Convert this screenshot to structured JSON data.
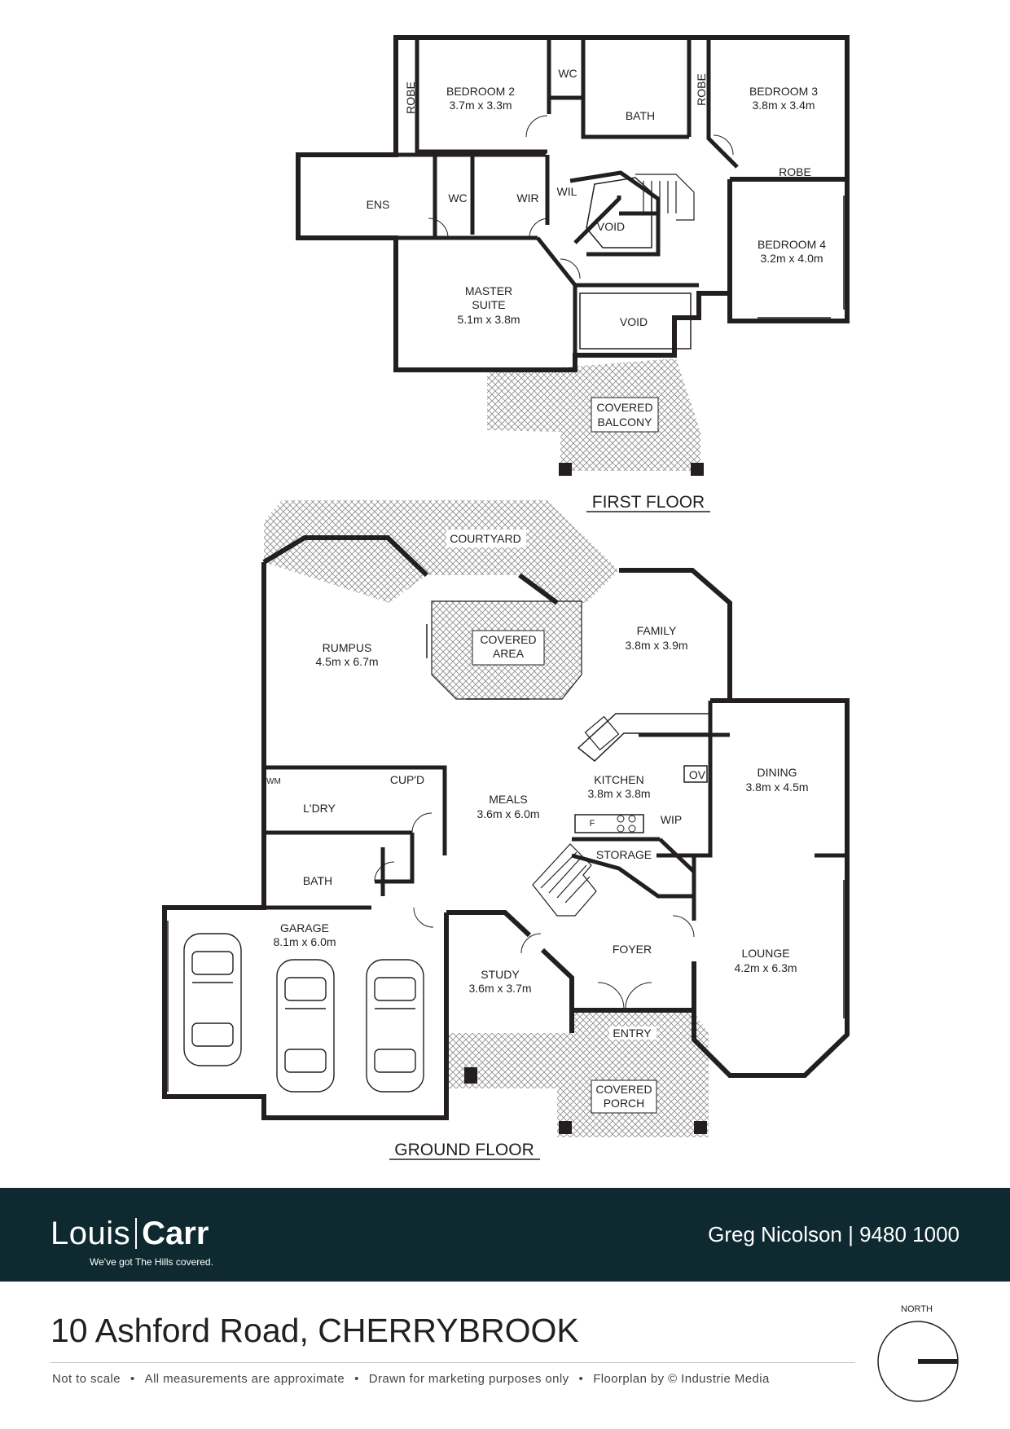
{
  "floors": {
    "first": {
      "label": "FIRST FLOOR",
      "rooms": {
        "bedroom2": {
          "name": "BEDROOM 2",
          "size": "3.7m x 3.3m"
        },
        "wc_top": {
          "name": "WC"
        },
        "bath": {
          "name": "BATH"
        },
        "bedroom3": {
          "name": "BEDROOM 3",
          "size": "3.8m x 3.4m"
        },
        "robe_b2": {
          "name": "ROBE"
        },
        "robe_b3": {
          "name": "ROBE"
        },
        "robe_b4": {
          "name": "ROBE"
        },
        "ens": {
          "name": "ENS"
        },
        "wc_ens": {
          "name": "WC"
        },
        "wir": {
          "name": "WIR"
        },
        "wil": {
          "name": "WIL"
        },
        "void1": {
          "name": "VOID"
        },
        "void2": {
          "name": "VOID"
        },
        "bedroom4": {
          "name": "BEDROOM 4",
          "size": "3.2m x 4.0m"
        },
        "master": {
          "name1": "MASTER",
          "name2": "SUITE",
          "size": "5.1m x 3.8m"
        },
        "balcony": {
          "name1": "COVERED",
          "name2": "BALCONY"
        }
      }
    },
    "ground": {
      "label": "GROUND FLOOR",
      "rooms": {
        "courtyard": {
          "name": "COURTYARD"
        },
        "rumpus": {
          "name": "RUMPUS",
          "size": "4.5m x 6.7m"
        },
        "covered_area": {
          "name1": "COVERED",
          "name2": "AREA"
        },
        "family": {
          "name": "FAMILY",
          "size": "3.8m x 3.9m"
        },
        "dining": {
          "name": "DINING",
          "size": "3.8m x 4.5m"
        },
        "ov": {
          "name": "OV"
        },
        "wm": {
          "name": "WM"
        },
        "cupd": {
          "name": "CUP'D"
        },
        "laundry": {
          "name": "L'DRY"
        },
        "meals": {
          "name": "MEALS",
          "size": "3.6m x 6.0m"
        },
        "kitchen": {
          "name": "KITCHEN",
          "size": "3.8m x 3.8m"
        },
        "fridge": {
          "name": "F"
        },
        "wip": {
          "name": "WIP"
        },
        "storage": {
          "name": "STORAGE"
        },
        "bath": {
          "name": "BATH"
        },
        "garage": {
          "name": "GARAGE",
          "size": "8.1m x 6.0m"
        },
        "study": {
          "name": "STUDY",
          "size": "3.6m x 3.7m"
        },
        "foyer": {
          "name": "FOYER"
        },
        "lounge": {
          "name": "LOUNGE",
          "size": "4.2m x 6.3m"
        },
        "entry": {
          "name": "ENTRY"
        },
        "porch": {
          "name1": "COVERED",
          "name2": "PORCH"
        }
      }
    }
  },
  "branding": {
    "logo_word1": "Louis",
    "logo_word2": "Carr",
    "tagline": "We've got The Hills covered.",
    "agent": "Greg Nicolson | 9480 1000"
  },
  "address": "10 Ashford Road, CHERRYBROOK",
  "disclaimers": [
    "Not to scale",
    "All measurements are approximate",
    "Drawn for marketing purposes only",
    "Floorplan by © Industrie Media"
  ],
  "compass": {
    "label": "NORTH"
  },
  "colors": {
    "wall": "#231f20",
    "footer": "#0e2a30",
    "hatch": "#8a8a8a"
  }
}
